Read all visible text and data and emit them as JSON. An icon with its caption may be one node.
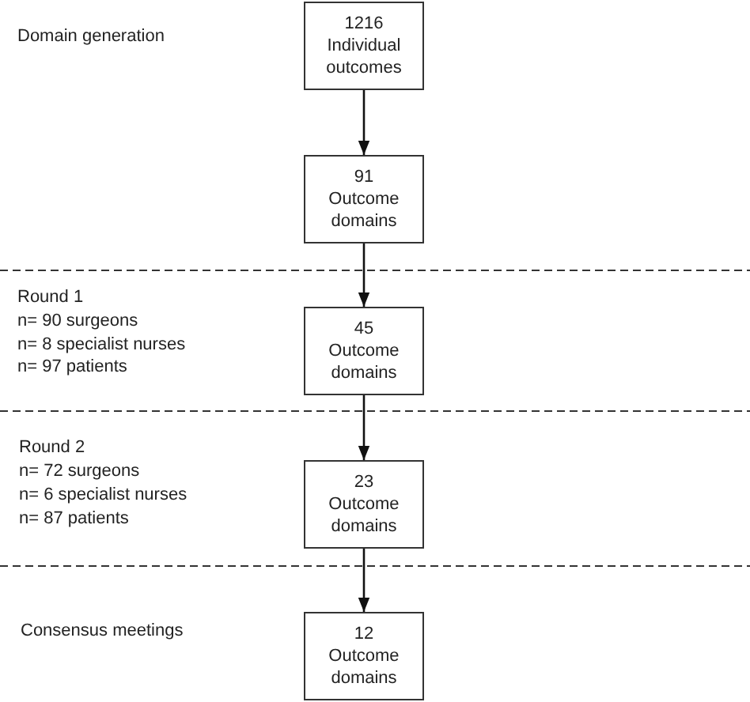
{
  "diagram": {
    "nodes": [
      {
        "text": [
          "1216",
          "Individual outcomes"
        ]
      },
      {
        "text": [
          "91",
          "Outcome domains"
        ]
      },
      {
        "text": [
          "45",
          "Outcome domains"
        ]
      },
      {
        "text": [
          "23",
          "Outcome domains"
        ]
      },
      {
        "text": [
          "12",
          "Outcome domains"
        ]
      }
    ],
    "edges": [
      {
        "from": 0,
        "to": 1,
        "arrow": "to"
      },
      {
        "from": 1,
        "to": 2,
        "arrow": "to"
      },
      {
        "from": 2,
        "to": 3,
        "arrow": "to"
      },
      {
        "from": 3,
        "to": 4,
        "arrow": "to"
      }
    ],
    "labels": [
      "Domain generation",
      "Round 1",
      "n= 90 surgeons",
      "n= 8 specialist nurses",
      "n= 97 patients",
      "Round 2",
      "n= 72 surgeons",
      "n= 6 specialist nurses",
      "n= 87 patients",
      "Consensus meetings"
    ]
  }
}
